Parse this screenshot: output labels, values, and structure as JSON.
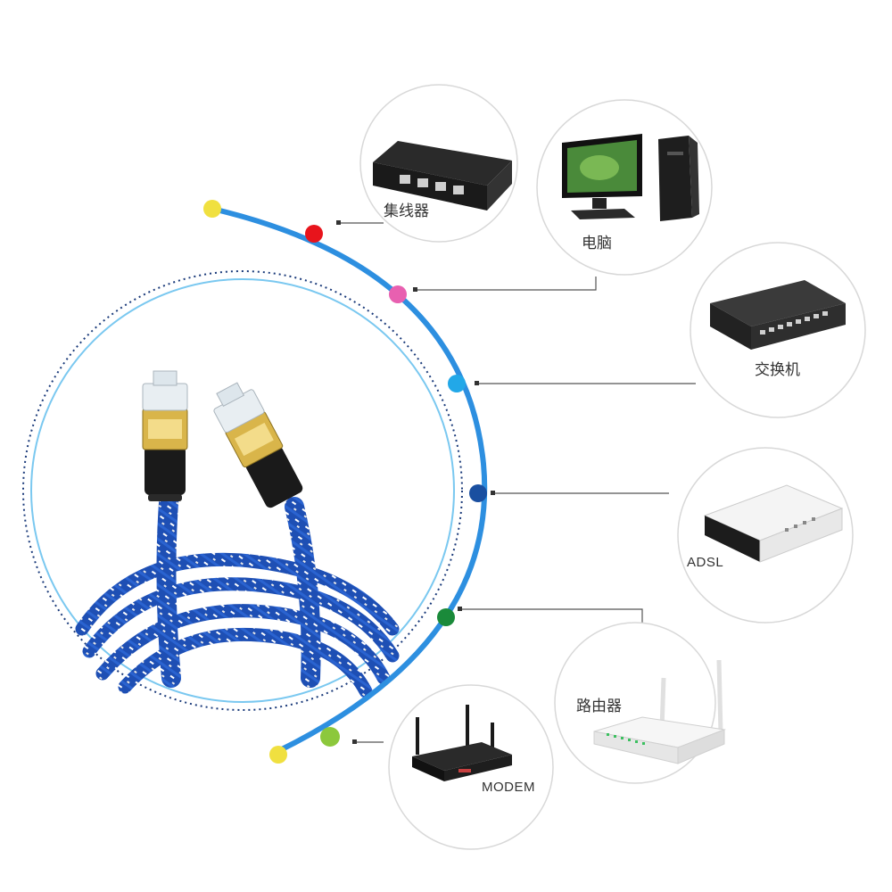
{
  "arc_color": "#2d8fe0",
  "devices": {
    "hub": {
      "label": "集线器",
      "node_color": "#e8141c",
      "icon": "hub-icon"
    },
    "computer": {
      "label": "电脑",
      "node_color": "#e860b0",
      "icon": "desktop-computer-icon"
    },
    "switch": {
      "label": "交换机",
      "node_color": "#22a8e8",
      "icon": "network-switch-icon"
    },
    "adsl": {
      "label": "ADSL",
      "node_color": "#1a4fa0",
      "icon": "adsl-modem-icon"
    },
    "router": {
      "label": "路由器",
      "node_color": "#1a8a3a",
      "icon": "wifi-router-icon"
    },
    "modem": {
      "label": "MODEM",
      "node_color": "#8cc83c",
      "icon": "modem-icon"
    }
  },
  "arc_end_color": "#f0e040",
  "cable_color": "#1e4fb4",
  "connector_color": "#1a1a1a",
  "gold_color": "#d9b54a"
}
